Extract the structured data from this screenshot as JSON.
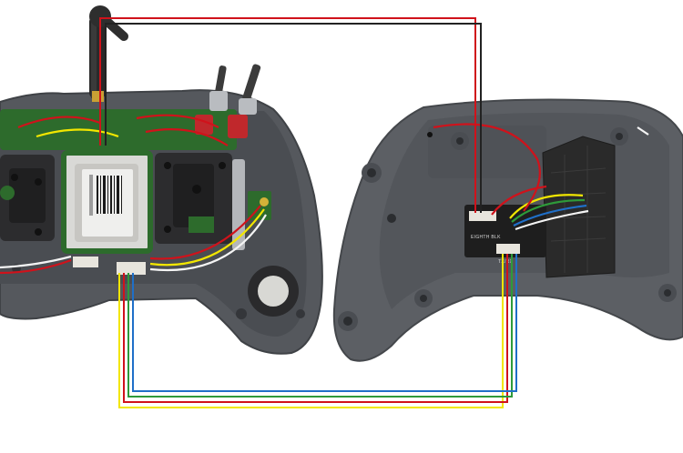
{
  "image": {
    "subject": "photo",
    "board_labels": {
      "receiver_top": "EIGHTH BLK",
      "receiver_bottom": "TX/RX"
    },
    "wire_colors": {
      "red": "#d0121b",
      "black": "#222222",
      "yellow": "#f2e600",
      "green": "#2e9a3a",
      "blue": "#1f6fc8",
      "white": "#f4f4f4"
    },
    "body_color": "#5c5f64",
    "pcb_color": "#2d6b2c"
  }
}
